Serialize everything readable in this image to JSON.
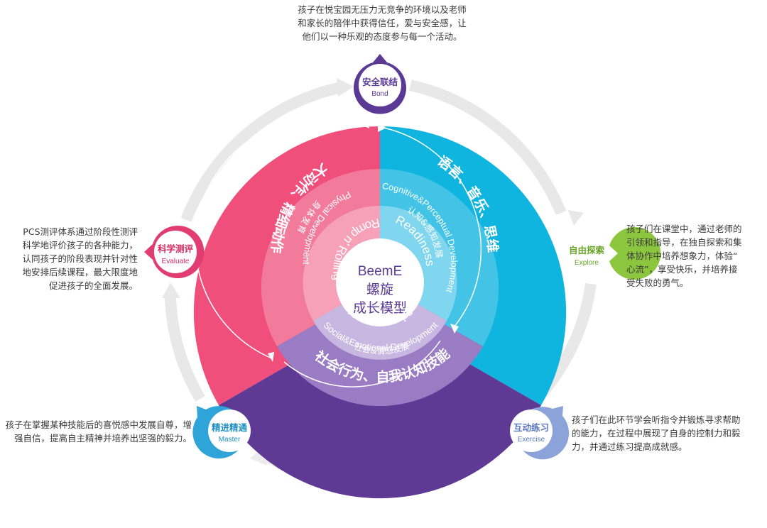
{
  "colors": {
    "bond": "#5b3a96",
    "explore": "#8cc63f",
    "exercise": "#8ba3d8",
    "master": "#2ea4d8",
    "evaluate": "#e23d72",
    "physical_outer": "#ef4f7a",
    "physical_mid": "#f27a9b",
    "physical_inner": "#f6a1b8",
    "cognitive_outer": "#0fb5df",
    "cognitive_mid": "#43c4e6",
    "cognitive_inner": "#7fd6ee",
    "social_outer": "#5e3a95",
    "social_mid": "#9a7cc4",
    "social_inner": "#c8b7e0",
    "cycle": "#e6e6e6",
    "center_text": "#5b3a96"
  },
  "center": {
    "line1": "BeemE",
    "line2": "螺旋",
    "line3": "成长模型"
  },
  "sectors": {
    "physical": {
      "outer": "大动作、精细动作",
      "mid_en": "Physical Development",
      "mid_cn": "身体发育",
      "inner": "Romp n' Rolling"
    },
    "cognitive": {
      "outer": "语言、音乐、思维",
      "mid_en": "Cognitive&Perceptual Development",
      "mid_cn": "认知&感知发展",
      "inner": "Readiness"
    },
    "social": {
      "outer": "社会行为、自我认知技能",
      "mid_en": "Social&Emotional Development",
      "mid_cn": "社会&情感发展",
      "inner": "Relationships"
    }
  },
  "nodes": {
    "bond": {
      "title": "安全联结",
      "sub": "Bond",
      "icon": "pin-bubble"
    },
    "explore": {
      "title": "自由探索",
      "sub": "Explore",
      "icon": "pin-bubble"
    },
    "exercise": {
      "title": "互动练习",
      "sub": "Exercise",
      "icon": "pin-bubble"
    },
    "master": {
      "title": "精进精通",
      "sub": "Master",
      "icon": "pin-bubble"
    },
    "evaluate": {
      "title": "科学测评",
      "sub": "Evaluate",
      "icon": "pin-bubble"
    }
  },
  "descriptions": {
    "bond": [
      "孩子在悦宝园无压力无竞争的环境以及老师",
      "和家长的陪伴中获得信任，爱与安全感，让",
      "他们以一种乐观的态度参与每一个活动。"
    ],
    "explore": [
      "孩子们在课堂中，通过老师的",
      "引领和指导，在独自探索和集",
      "体协作中培养想象力，体验“",
      "心流”，享受快乐，并培养接",
      "受失败的勇气。"
    ],
    "exercise": [
      "孩子们在此环节学会听指令并锻炼寻求帮助",
      "的能力，在过程中展现了自身的控制力和毅",
      "力，并通过练习提高成就感。"
    ],
    "master": [
      "孩子在掌握某种技能后的喜悦感中发展自尊，增",
      "强自信，提高自主精神并培养出坚强的毅力。"
    ],
    "evaluate": [
      "PCS测评体系通过阶段性测评",
      "科学地评价孩子的各种能力，",
      "认同孩子的阶段表现并针对性",
      "地安排后续课程，最大限度地",
      "促进孩子的全面发展。"
    ]
  }
}
